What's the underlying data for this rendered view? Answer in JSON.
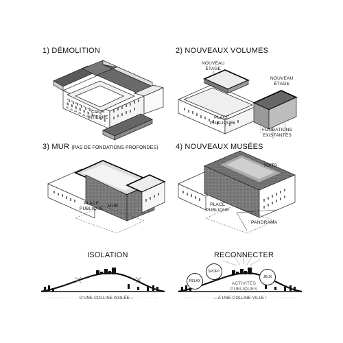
{
  "panels": [
    {
      "title": "1) DÉMOLITION"
    },
    {
      "title": "2) NOUVEAUX VOLUMES"
    },
    {
      "title": "3) MUR",
      "subtitle": "(PAS DE FONDATIONS PROFONDES)"
    },
    {
      "title": "4) NOUVEAUX MUSÉES"
    }
  ],
  "labels": {
    "cour_interne": [
      "COUR",
      "INTERNE"
    ],
    "nouveau_etage_1": [
      "NOUVEAU",
      "ÉTAGE"
    ],
    "nouveau_etage_2": [
      "NOUVEAU",
      "ÉTAGE"
    ],
    "place_publique_2": [
      "PLACE",
      "PUBLIQUE"
    ],
    "fondations": [
      "FONDATIONS",
      "EXISTANTES"
    ],
    "place_publique_3": [
      "PLACE",
      "PUBLIQUE"
    ],
    "mur": "MUR",
    "toits": "TOITS",
    "place_publique_4": [
      "PLACE",
      "PUBLIQUE"
    ],
    "panorama": "PANORAMA"
  },
  "bottom": {
    "isolation_title": "ISOLATION",
    "reconnecter_title": "RECONNECTER",
    "isolation_caption": "D'UNE COLLINE ISOLÉE...",
    "reconnecter_caption": "...À UNE COLLINE VILLE !",
    "activities": [
      "ACTIVITÉS",
      "PUBLIQUES"
    ],
    "bubbles": [
      "RELAX",
      "SPORT",
      "JEUX"
    ]
  },
  "colors": {
    "line": "#222222",
    "wall": "#8a8a8a",
    "roof_dark": "#555555",
    "light": "#f2f2f2"
  }
}
